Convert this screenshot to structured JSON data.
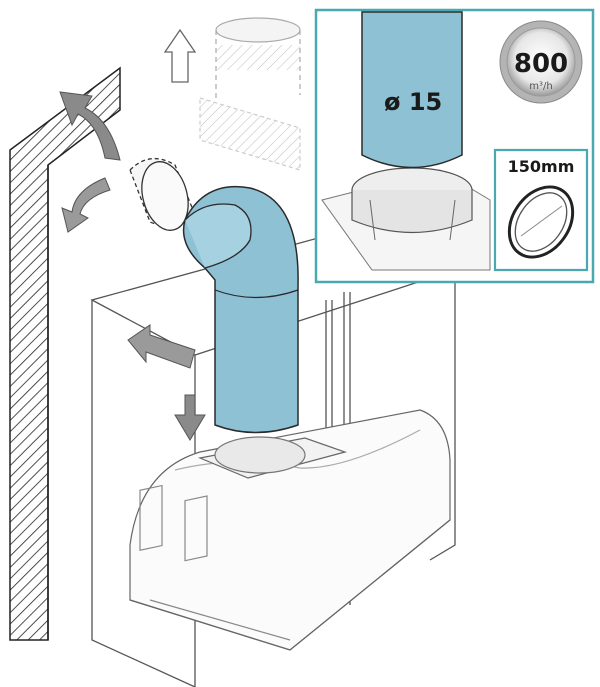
{
  "diameter_label": "ø 15",
  "airflow_value": "800",
  "airflow_unit": "m³/h",
  "size_label": "150mm",
  "colors": {
    "duct": "#8ec1d4",
    "duct_dark": "#5f9fb6",
    "inset_border": "#4aa8b0",
    "arrow": "#8a8a8a",
    "line": "#222222"
  },
  "icons": [
    "up-arrow-icon",
    "flow-out-arrow-icon",
    "flow-return-arrow-icon",
    "down-arrow-icon",
    "side-arrow-icon",
    "speed-badge-icon",
    "ring-icon"
  ]
}
